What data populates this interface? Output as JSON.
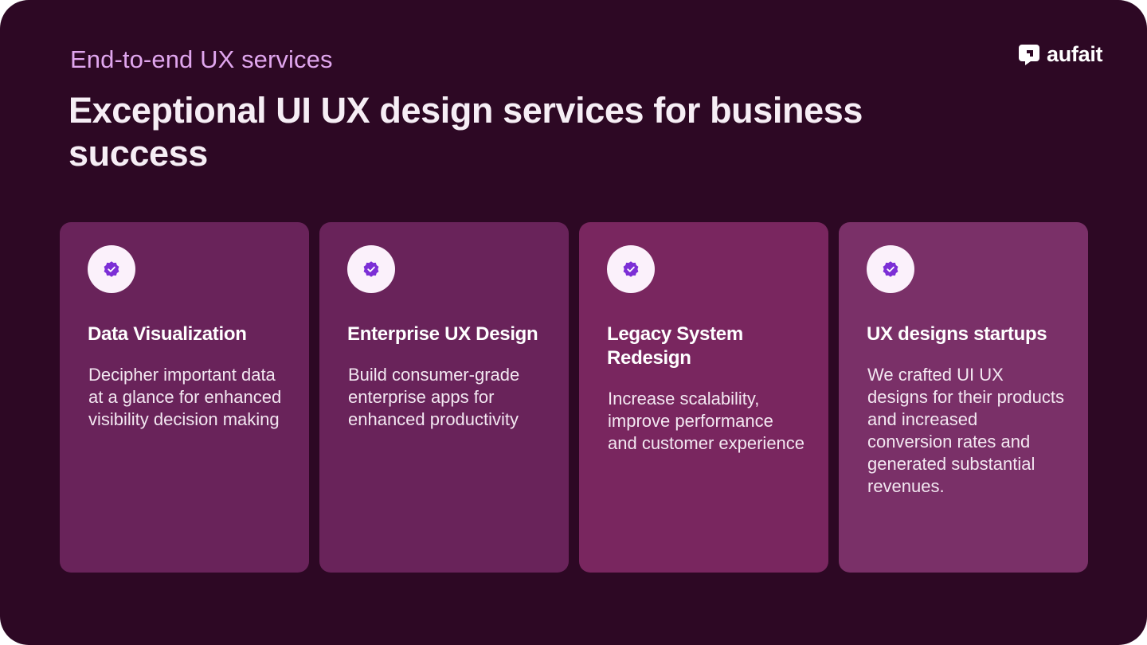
{
  "header": {
    "eyebrow": "End-to-end UX services",
    "headline": "Exceptional UI UX design services for business success"
  },
  "brand": {
    "logo_icon": "aufait-logo-icon",
    "name": "aufait"
  },
  "colors": {
    "background": "#2d0824",
    "eyebrow": "#e0a6ee",
    "badge_fill": "#7c2fd6",
    "badge_bg": "#fbf1fb",
    "card_1": "#69235a",
    "card_2": "#69235a",
    "card_3": "#79265f",
    "card_4": "#7a3068"
  },
  "cards": [
    {
      "icon": "verified-badge-icon",
      "title": "Data Visualization",
      "description": "Decipher important data at a glance for enhanced visibility decision making"
    },
    {
      "icon": "verified-badge-icon",
      "title": "Enterprise UX Design",
      "description": "Build consumer-grade enterprise apps for enhanced productivity"
    },
    {
      "icon": "verified-badge-icon",
      "title": "Legacy System Redesign",
      "description": "Increase scalability, improve performance and customer experience"
    },
    {
      "icon": "verified-badge-icon",
      "title": "UX designs startups",
      "description": "We crafted UI UX designs for their products and increased conversion rates and generated substantial revenues."
    }
  ]
}
